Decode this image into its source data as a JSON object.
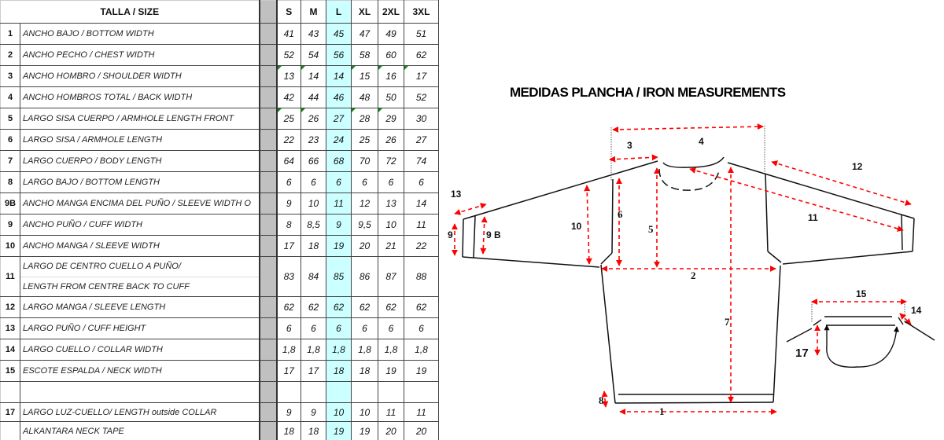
{
  "table": {
    "title": "TALLA / SIZE",
    "sizes": [
      "S",
      "M",
      "L",
      "XL",
      "2XL",
      "3XL"
    ],
    "highlight_size": "L",
    "highlight_color": "#ccffff",
    "rows": [
      {
        "num": "1",
        "label": "ANCHO BAJO / BOTTOM WIDTH",
        "values": [
          "41",
          "43",
          "45",
          "47",
          "49",
          "51"
        ]
      },
      {
        "num": "2",
        "label": "ANCHO PECHO / CHEST WIDTH",
        "values": [
          "52",
          "54",
          "56",
          "58",
          "60",
          "62"
        ]
      },
      {
        "num": "3",
        "label": "ANCHO HOMBRO / SHOULDER WIDTH",
        "values": [
          "13",
          "14",
          "14",
          "15",
          "16",
          "17"
        ]
      },
      {
        "num": "4",
        "label": "ANCHO HOMBROS TOTAL / BACK WIDTH",
        "values": [
          "42",
          "44",
          "46",
          "48",
          "50",
          "52"
        ]
      },
      {
        "num": "5",
        "label": "LARGO SISA CUERPO / ARMHOLE LENGTH FRONT",
        "values": [
          "25",
          "26",
          "27",
          "28",
          "29",
          "30"
        ]
      },
      {
        "num": "6",
        "label": "LARGO SISA / ARMHOLE LENGTH",
        "values": [
          "22",
          "23",
          "24",
          "25",
          "26",
          "27"
        ]
      },
      {
        "num": "7",
        "label": "LARGO CUERPO / BODY LENGTH",
        "values": [
          "64",
          "66",
          "68",
          "70",
          "72",
          "74"
        ]
      },
      {
        "num": "8",
        "label": "LARGO BAJO / BOTTOM LENGTH",
        "values": [
          "6",
          "6",
          "6",
          "6",
          "6",
          "6"
        ]
      },
      {
        "num": "9B",
        "label": "ANCHO MANGA ENCIMA DEL PUÑO / SLEEVE WIDTH O",
        "values": [
          "9",
          "10",
          "11",
          "12",
          "13",
          "14"
        ]
      },
      {
        "num": "9",
        "label": "ANCHO PUÑO / CUFF WIDTH",
        "values": [
          "8",
          "8,5",
          "9",
          "9,5",
          "10",
          "11"
        ]
      },
      {
        "num": "10",
        "label": "ANCHO  MANGA /  SLEEVE WIDTH",
        "values": [
          "17",
          "18",
          "19",
          "20",
          "21",
          "22"
        ]
      },
      {
        "num": "11",
        "label_line1": "LARGO DE CENTRO CUELLO A PUÑO/",
        "label_line2": "LENGTH FROM CENTRE BACK TO CUFF",
        "values": [
          "83",
          "84",
          "85",
          "86",
          "87",
          "88"
        ]
      },
      {
        "num": "12",
        "label": "LARGO MANGA / SLEEVE LENGTH",
        "values": [
          "62",
          "62",
          "62",
          "62",
          "62",
          "62"
        ]
      },
      {
        "num": "13",
        "label": "LARGO PUÑO / CUFF HEIGHT",
        "values": [
          "6",
          "6",
          "6",
          "6",
          "6",
          "6"
        ]
      },
      {
        "num": "14",
        "label": "LARGO CUELLO / COLLAR WIDTH",
        "values": [
          "1,8",
          "1,8",
          "1,8",
          "1,8",
          "1,8",
          "1,8"
        ]
      },
      {
        "num": "15",
        "label": " ESCOTE ESPALDA / NECK WIDTH",
        "values": [
          "17",
          "17",
          "18",
          "18",
          "19",
          "19"
        ]
      },
      {
        "num": "",
        "label": "",
        "values": [
          "",
          "",
          "",
          "",
          "",
          ""
        ]
      },
      {
        "num": "17",
        "label": "LARGO LUZ-CUELLO/ LENGTH outside COLLAR",
        "values": [
          "9",
          "9",
          "10",
          "10",
          "11",
          "11"
        ]
      },
      {
        "num": "",
        "label": "ALKANTARA  NECK  TAPE",
        "values": [
          "18",
          "18",
          "19",
          "19",
          "20",
          "20"
        ]
      }
    ]
  },
  "diagram": {
    "title": "MEDIDAS PLANCHA / IRON MEASUREMENTS",
    "arrow_color": "#ff0000",
    "labels": {
      "m1": "1",
      "m2": "2",
      "m3": "3",
      "m4": "4",
      "m5": "5",
      "m6": "6",
      "m7": "7",
      "m8": "8",
      "m9": "9",
      "m9b": "9 B",
      "m10": "10",
      "m11": "11",
      "m12": "12",
      "m13": "13",
      "m14": "14",
      "m15": "15",
      "m17": "17"
    }
  }
}
